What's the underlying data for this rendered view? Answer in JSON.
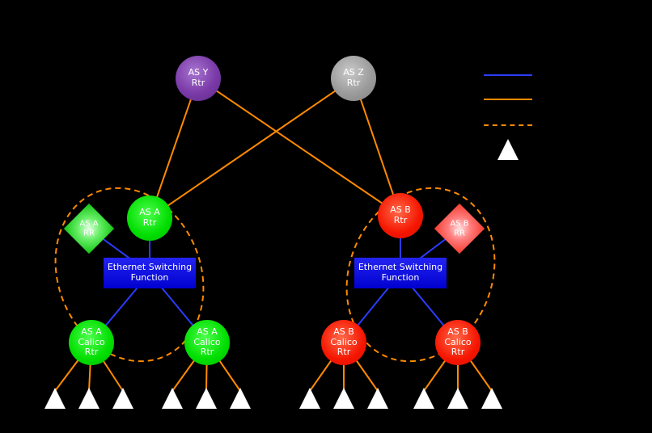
{
  "diagram": {
    "background": "#000000",
    "nodes": {
      "as_y_rtr": {
        "label": "AS Y\nRtr",
        "shape": "circle",
        "color": "#7a3aa8"
      },
      "as_z_rtr": {
        "label": "AS Z\nRtr",
        "shape": "circle",
        "color": "#9c9c9c"
      },
      "as_a_rtr": {
        "label": "AS A\nRtr",
        "shape": "circle",
        "color": "#00dd00"
      },
      "as_b_rtr": {
        "label": "AS B\nRtr",
        "shape": "circle",
        "color": "#f51500"
      },
      "as_a_rr": {
        "label": "AS A\nRR",
        "shape": "diamond",
        "color": "#66ee66"
      },
      "as_b_rr": {
        "label": "AS B\nRR",
        "shape": "diamond",
        "color": "#ff7d7d"
      },
      "esf_a": {
        "label": "Ethernet Switching\nFunction",
        "shape": "rect",
        "color": "#0000e0"
      },
      "esf_b": {
        "label": "Ethernet Switching\nFunction",
        "shape": "rect",
        "color": "#0000e0"
      },
      "calico_a1": {
        "label": "AS A\nCalico\nRtr",
        "shape": "circle",
        "color": "#00dd00"
      },
      "calico_a2": {
        "label": "AS A\nCalico\nRtr",
        "shape": "circle",
        "color": "#00dd00"
      },
      "calico_b1": {
        "label": "AS B\nCalico\nRtr",
        "shape": "circle",
        "color": "#f51500"
      },
      "calico_b2": {
        "label": "AS B\nCalico\nRtr",
        "shape": "circle",
        "color": "#f51500"
      }
    },
    "link_colors": {
      "ethernet_link": "#2a3cff",
      "ebgp_link": "#ff8a00",
      "rr_session_dashed": "#ff8a00"
    },
    "hosts": {
      "symbol": "white-triangle",
      "count_per_calico_router": 3
    },
    "legend": {
      "swatches": [
        {
          "type": "solid-line",
          "color": "#2a3cff"
        },
        {
          "type": "solid-line",
          "color": "#ff8a00"
        },
        {
          "type": "dashed-line",
          "color": "#ff8a00"
        },
        {
          "type": "triangle",
          "color": "#ffffff"
        }
      ]
    }
  }
}
